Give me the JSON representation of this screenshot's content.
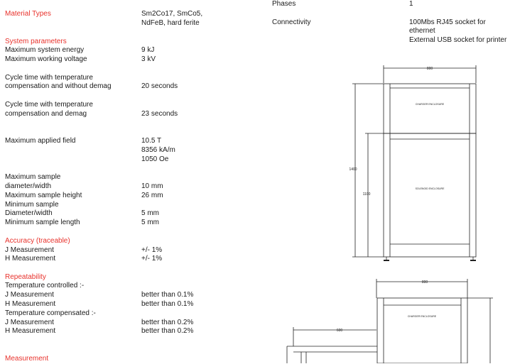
{
  "specs": {
    "material_types": {
      "label": "Material Types",
      "value_1": "Sm2Co17, SmCo5,",
      "value_2": "NdFeB, hard ferite"
    },
    "system_parameters": {
      "heading": "System parameters",
      "max_energy_label": "Maximum system energy",
      "max_energy_value": "9 kJ",
      "max_voltage_label": "Maximum working voltage",
      "max_voltage_value": "3 kV"
    },
    "cycle_time_1": {
      "label_1": "Cycle time with temperature",
      "label_2": "compensation and without demag",
      "value": "20 seconds"
    },
    "cycle_time_2": {
      "label_1": "Cycle time with temperature",
      "label_2": "compensation and demag",
      "value": "23 seconds"
    },
    "applied_field": {
      "label": "Maximum applied field",
      "value_1": "10.5 T",
      "value_2": "8356 kA/m",
      "value_3": "1050 Oe"
    },
    "sample": {
      "max_diameter_label_1": "Maximum sample",
      "max_diameter_label_2": "diameter/width",
      "max_diameter_value": "10 mm",
      "max_height_label": "Maximum sample height",
      "max_height_value": "26 mm",
      "min_label": "Minimum sample",
      "min_diameter_label": "Diameter/width",
      "min_diameter_value": "5 mm",
      "min_length_label": "Minimum sample length",
      "min_length_value": "5 mm"
    },
    "accuracy": {
      "heading": "Accuracy (traceable)",
      "j_label": "J Measurement",
      "j_value": "+/- 1%",
      "h_label": "H Measurement",
      "h_value": "+/- 1%"
    },
    "repeatability": {
      "heading": "Repeatability",
      "controlled_label": "Temperature controlled :-",
      "c_j_label": "J Measurement",
      "c_j_value": "better than 0.1%",
      "c_h_label": "H Measurement",
      "c_h_value": "better than 0.1%",
      "compensated_label": "Temperature compensated :-",
      "p_j_label": "J Measurement",
      "p_j_value": "better than 0.2%",
      "p_h_label": "H Measurement",
      "p_h_value": "better than 0.2%"
    },
    "measurement": {
      "heading": "Measurement"
    }
  },
  "right": {
    "phases_label": "Phases",
    "phases_value": "1",
    "connectivity_label": "Connectivity",
    "connectivity_value_1": "100Mbs RJ45 socket for",
    "connectivity_value_2": "ethernet",
    "connectivity_value_3": "External USB socket for printer"
  },
  "drawing_1": {
    "width_dim": "800",
    "height_dim": "1400",
    "inner_dim": "1100",
    "top_label": "CHARGER ENCLOSURE",
    "bottom_label": "SOLENOID ENCLOSURE"
  },
  "drawing_2": {
    "width_dim": "800",
    "left_dim": "600",
    "top_label": "CHARGER ENCLOSURE"
  },
  "colors": {
    "heading": "#e8322c",
    "text": "#1a1a1a"
  }
}
